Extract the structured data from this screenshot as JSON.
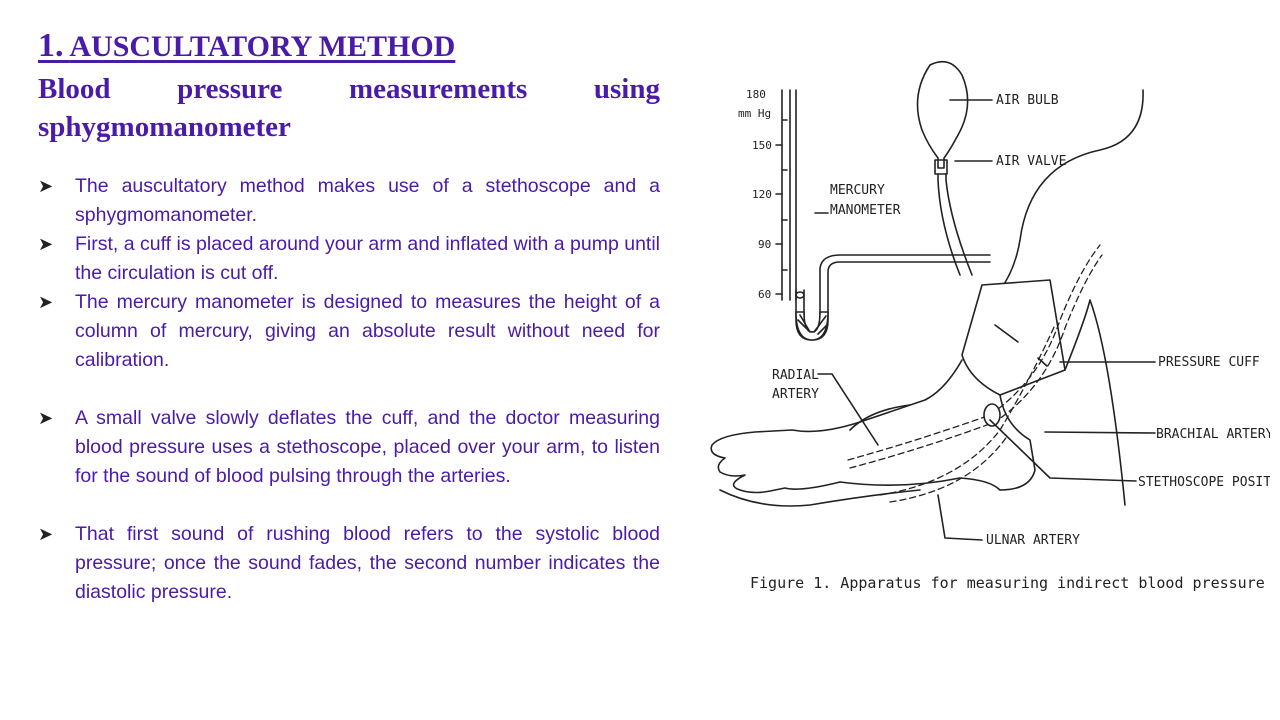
{
  "header": {
    "number": "1.",
    "title": "AUSCULTATORY METHOD",
    "subtitle_words": [
      "Blood",
      "pressure",
      "measurements",
      "using"
    ],
    "subtitle_line2": "sphygmomanometer"
  },
  "bullets": [
    "The auscultatory method makes use of a stethoscope and a sphygmomanometer.",
    "First, a cuff is placed around your arm and inflated with a pump until the circulation is cut off.",
    "The mercury manometer is designed to measures the height of a column of mercury, giving an absolute result without need for calibration.",
    "A small valve slowly deflates the cuff, and the doctor measuring blood pressure uses a stethoscope, placed over your arm, to listen for the sound of blood pulsing through the arteries.",
    "That first sound of rushing blood refers to the systolic blood pressure; once the sound fades, the second number indicates the diastolic pressure."
  ],
  "figure": {
    "scale_top": "180",
    "scale_unit": "mm Hg",
    "ticks": [
      "150",
      "120",
      "90",
      "60"
    ],
    "labels": {
      "air_bulb": "AIR BULB",
      "air_valve": "AIR VALVE",
      "mercury": "MERCURY",
      "manometer": "MANOMETER",
      "radial": "RADIAL",
      "artery": "ARTERY",
      "pressure_cuff": "PRESSURE CUFF",
      "brachial_artery": "BRACHIAL ARTERY",
      "stethoscope_position": "STETHOSCOPE POSITION",
      "ulnar_artery": "ULNAR ARTERY"
    },
    "caption": "Figure 1.  Apparatus for measuring indirect blood pressure"
  },
  "colors": {
    "heading": "#4a1aa8",
    "bullet_text": "#4a1aa8",
    "bullet_marker": "#222222"
  }
}
